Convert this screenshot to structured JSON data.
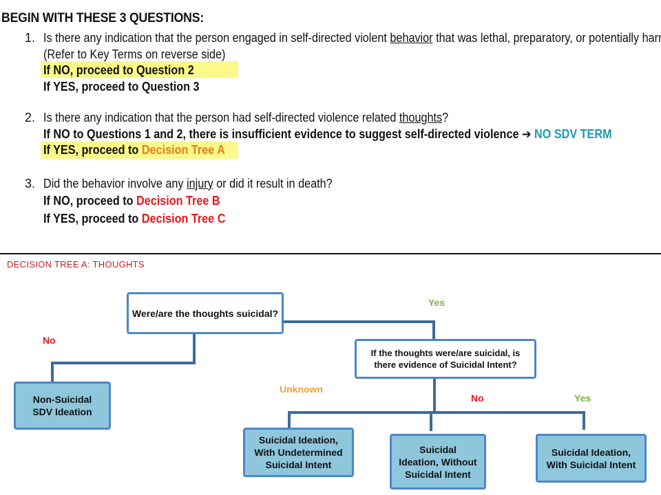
{
  "questions": {
    "heading": "BEGIN WITH THESE 3 QUESTIONS:",
    "q1": {
      "number": "1.",
      "text_a": "Is there any indication that the person engaged in self-directed violent ",
      "text_u": "behavior",
      "text_b": " that was lethal, preparatory, or potentially harmful?",
      "text_line2": "(Refer to Key Terms on reverse side)",
      "no": "If NO, proceed to Question 2",
      "yes": "If YES, proceed to Question 3"
    },
    "q2": {
      "number": "2.",
      "text_a": "Is there any indication that the person had self-directed violence related ",
      "text_u": "thoughts",
      "text_b": "?",
      "no_a": "If NO to Questions 1 and 2, there is insufficient evidence to suggest self-directed violence ",
      "arrow": "➔",
      "no_term": " NO SDV TERM",
      "yes_a": "If YES, proceed to ",
      "yes_b": "Decision Tree A"
    },
    "q3": {
      "number": "3.",
      "text_a": "Did the behavior involve any ",
      "text_u": "injury",
      "text_b": " or did it result in death?",
      "no_a": "If NO, proceed to ",
      "no_b": "Decision Tree B",
      "yes_a": "If YES, proceed to ",
      "yes_b": "Decision Tree C"
    }
  },
  "tree": {
    "title": "DECISION TREE A: THOUGHTS",
    "root": "Were/are the thoughts suicidal?",
    "yes_label": "Yes",
    "no_label": "No",
    "non_suicidal": "Non-Suicidal SDV Ideation",
    "intent_question": "If the thoughts were/are suicidal, is there evidence of Suicidal Intent?",
    "unknown_label": "Unknown",
    "no_label2": "No",
    "yes_label2": "Yes",
    "leaf_undetermined": "Suicidal Ideation, With Undetermined Suicidal Intent",
    "leaf_without": "Suicidal Ideation, Without Suicidal Intent",
    "leaf_with": "Suicidal Ideation, With Suicidal Intent"
  },
  "colors": {
    "highlight": "#fbf989",
    "box_border": "#4d86c5",
    "leaf_fill": "#8ec6dc",
    "connector": "#3f6b99",
    "red": "#e8161c",
    "teal": "#1b9cb0",
    "green": "#7cb342",
    "orange": "#f0a040"
  }
}
